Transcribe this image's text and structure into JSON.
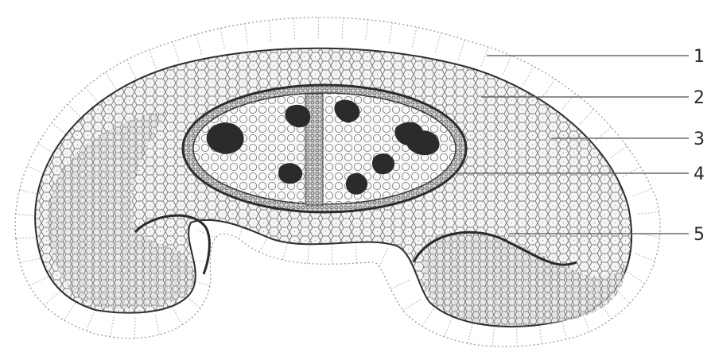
{
  "figure": {
    "background": "#ffffff",
    "tissue_color": "#b9b9b9",
    "ink_color": "#2f2f2f",
    "labels": [
      {
        "number": "1"
      },
      {
        "number": "2"
      },
      {
        "number": "3"
      },
      {
        "number": "4"
      },
      {
        "number": "5"
      }
    ]
  }
}
